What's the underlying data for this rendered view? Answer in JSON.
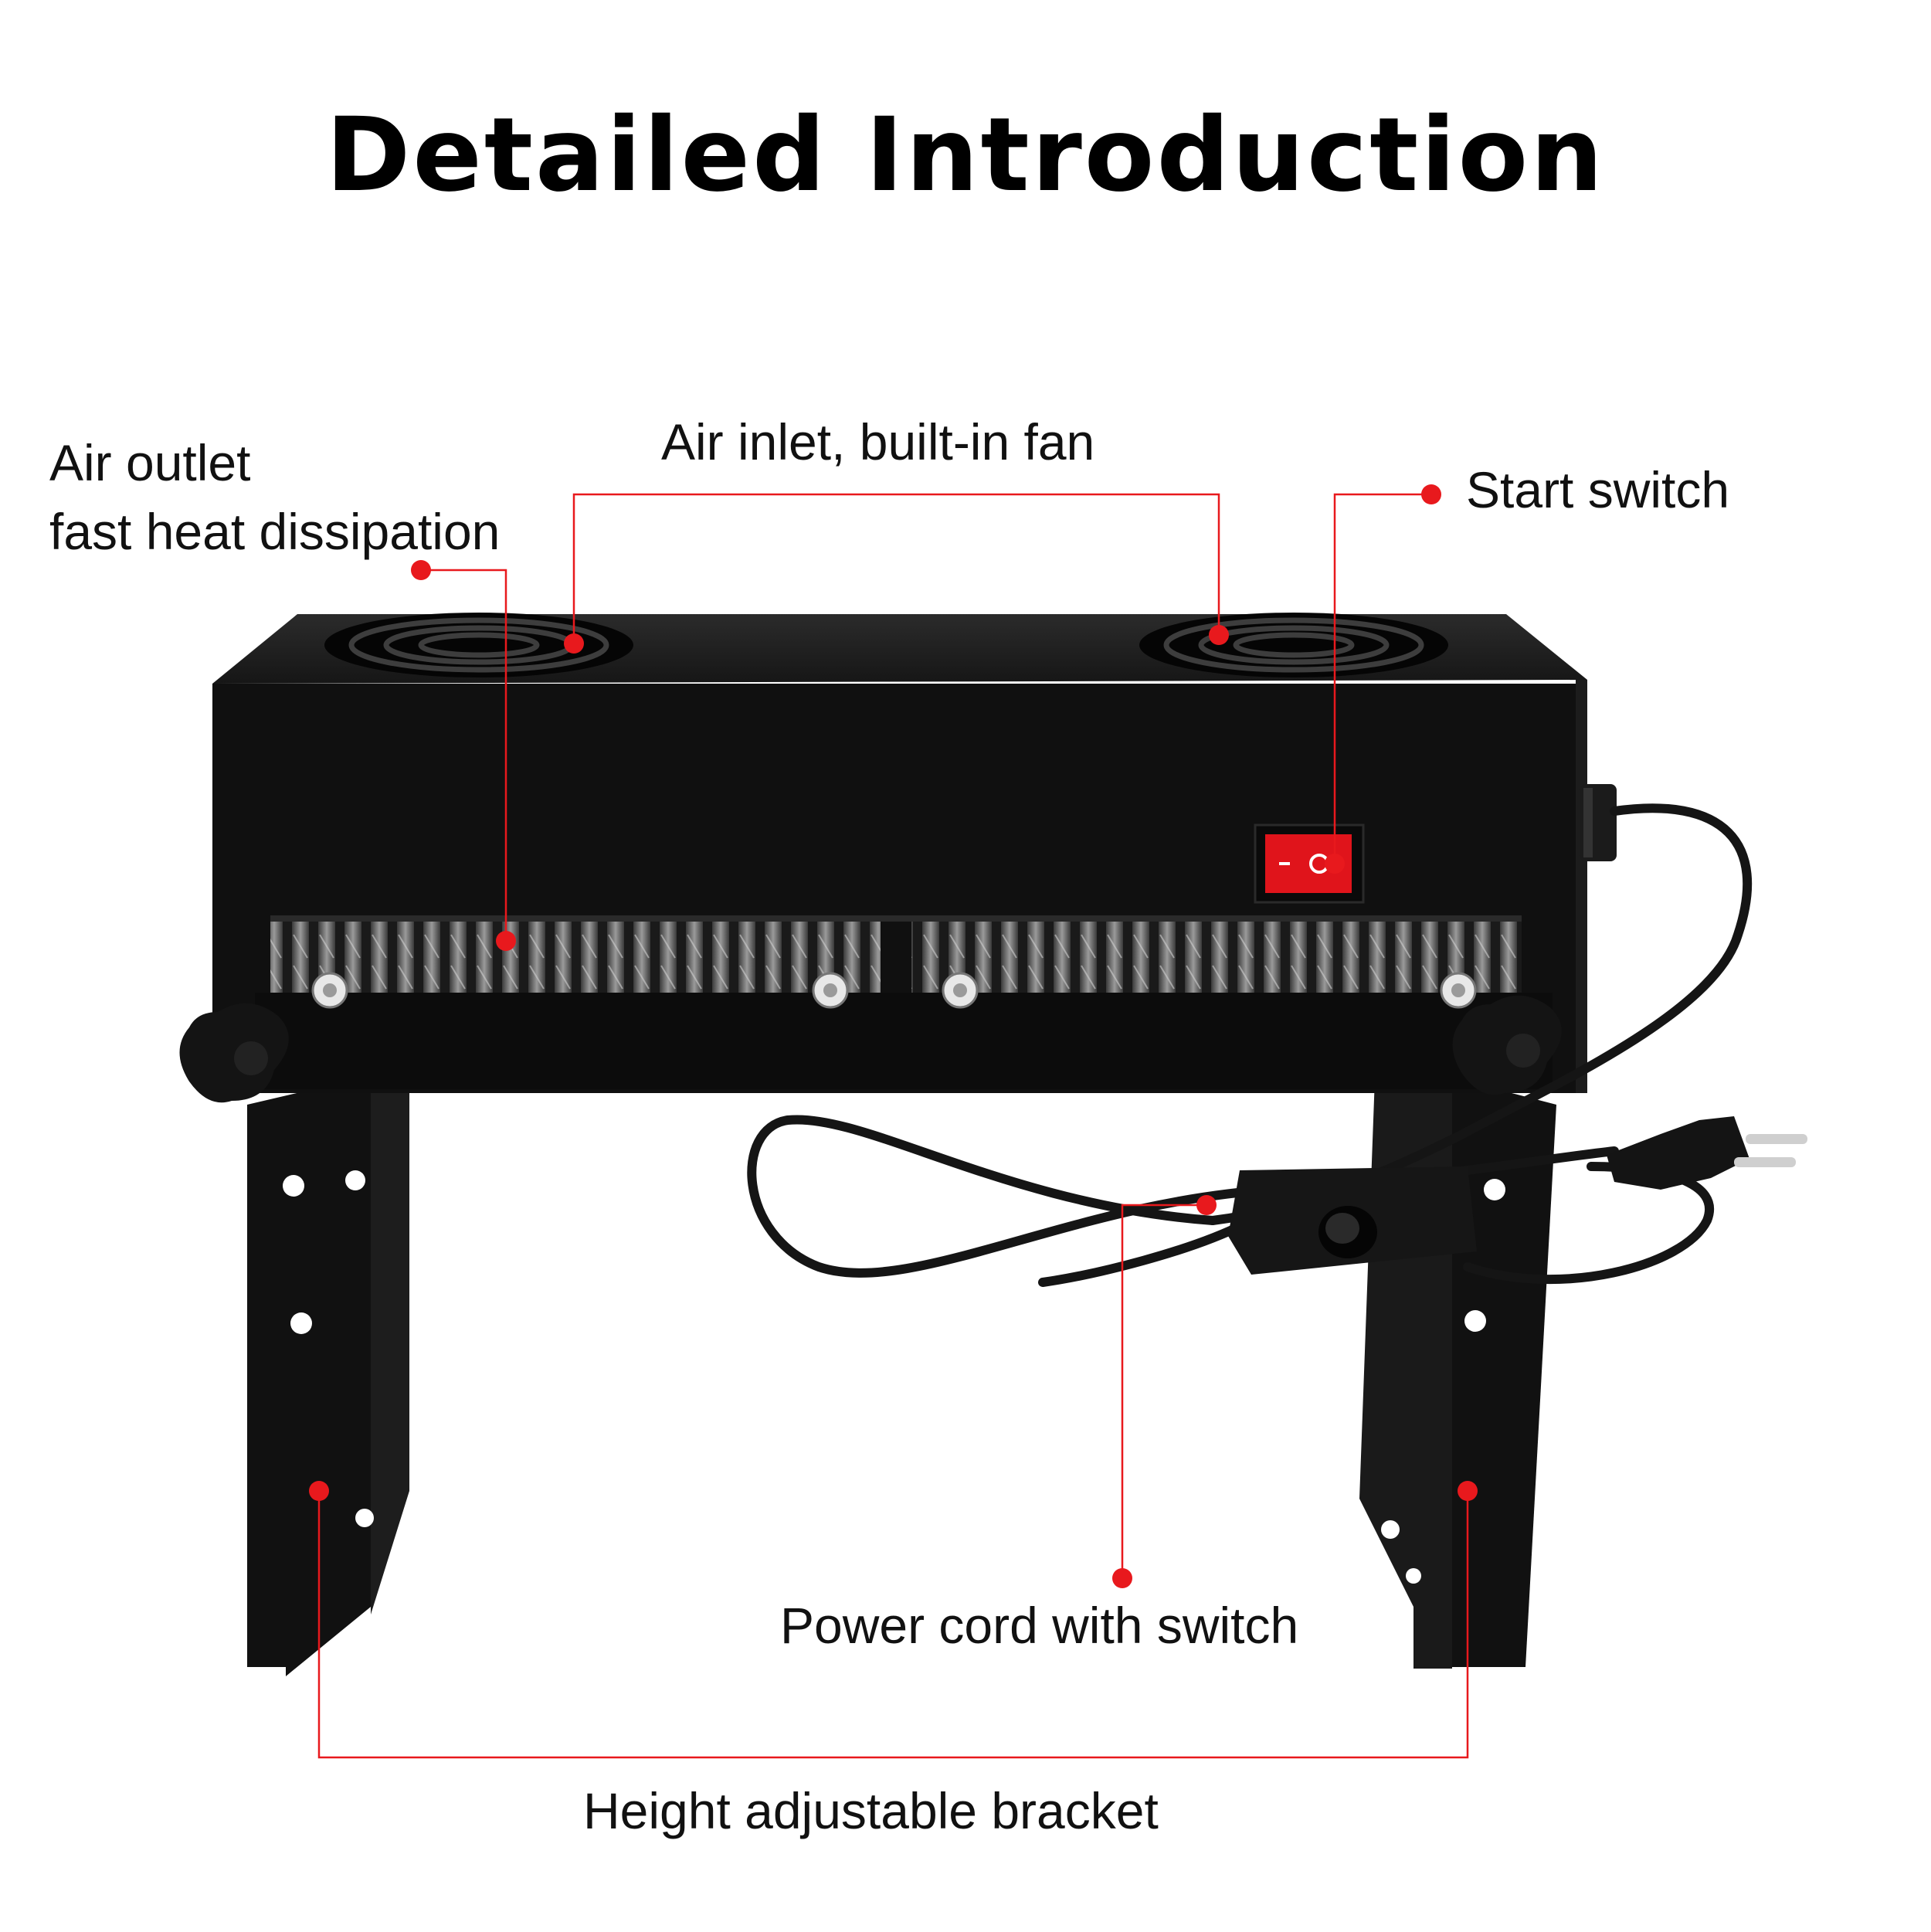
{
  "title": "Detailed Introduction",
  "labels": {
    "air_outlet_line1": "Air outlet",
    "air_outlet_line2": "fast heat dissipation",
    "air_inlet": "Air inlet, built-in fan",
    "start_switch": "Start switch",
    "power_cord": "Power cord with switch",
    "bracket": "Height adjustable bracket"
  },
  "colors": {
    "callout": "#e8191d",
    "device": "#111111",
    "rocker": "#e0141b"
  },
  "icons": [
    "fan-grille-icon",
    "rocker-switch-icon",
    "plug-icon",
    "knob-icon"
  ]
}
